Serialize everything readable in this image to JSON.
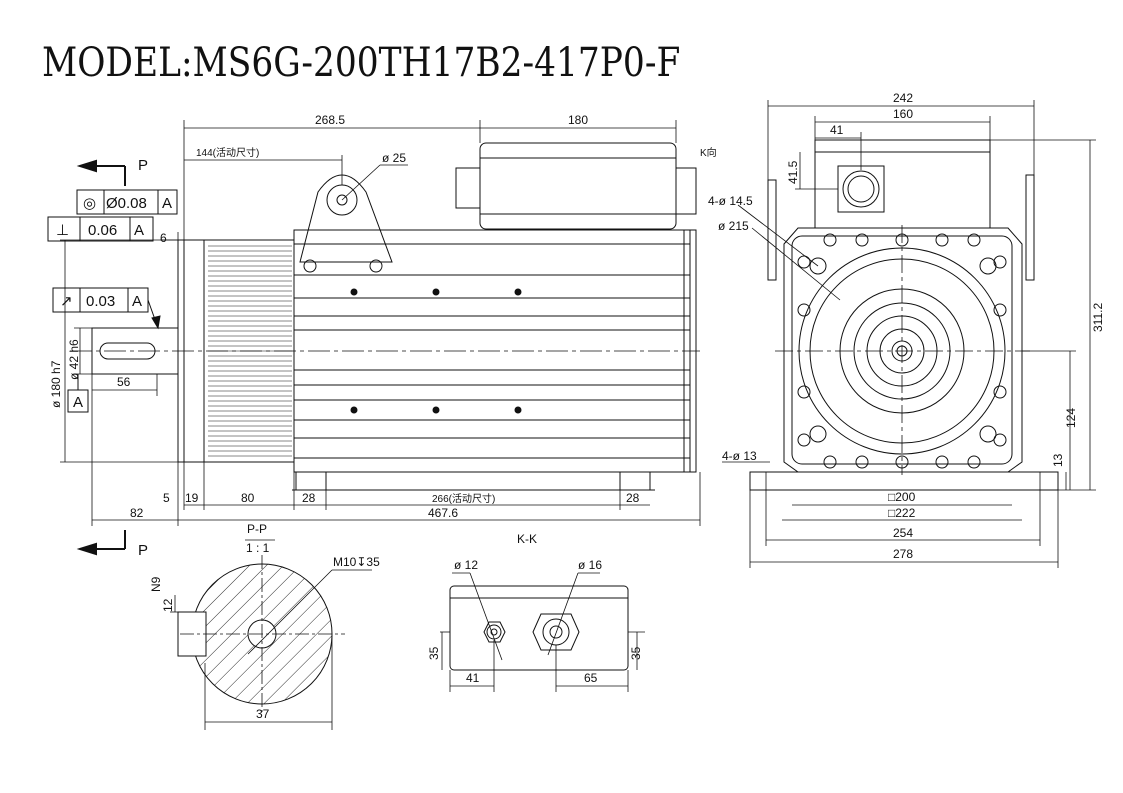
{
  "title": "MODEL:MS6G-200TH17B2-417P0-F",
  "views": {
    "p_arrow_top": "P",
    "p_arrow_bottom": "P",
    "k_label": "K向",
    "pp_section": "P-P",
    "pp_scale": "1 : 1",
    "kk_view": "K-K"
  },
  "tolerances": {
    "concentricity": {
      "symbol": "◎",
      "value": "Ø0.08",
      "datum": "A"
    },
    "perpendicularity": {
      "symbol": "⊥",
      "value": "0.06",
      "datum": "A"
    },
    "runout": {
      "symbol": "↗",
      "value": "0.03",
      "datum": "A"
    },
    "datum_label": "A"
  },
  "side_view_dims": {
    "d268_5": "268.5",
    "d180": "180",
    "d144": "144(活动尺寸)",
    "d25": "ø 25",
    "d6": "6",
    "d180h7": "ø 180 h7",
    "d42h6": "ø 42 h6",
    "d56": "56",
    "d5": "5",
    "d19": "19",
    "d80": "80",
    "d28a": "28",
    "d266": "266(活动尺寸)",
    "d28b": "28",
    "d82": "82",
    "d467_6": "467.6"
  },
  "front_view_dims": {
    "d242": "242",
    "d160": "160",
    "d41": "41",
    "d41_5": "41.5",
    "d4_14_5": "4-ø 14.5",
    "d215": "ø 215",
    "d311_2": "311.2",
    "d124": "124",
    "d4_13": "4-ø 13",
    "d13": "13",
    "d200": "□200",
    "d222": "□222",
    "d254": "254",
    "d278": "278"
  },
  "section_dims": {
    "n9": "N9",
    "d12": "12",
    "m10": "M10↧35",
    "d37": "37"
  },
  "kk_dims": {
    "d12": "ø 12",
    "d16": "ø 16",
    "d35a": "35",
    "d35b": "35",
    "d41": "41",
    "d65": "65"
  }
}
